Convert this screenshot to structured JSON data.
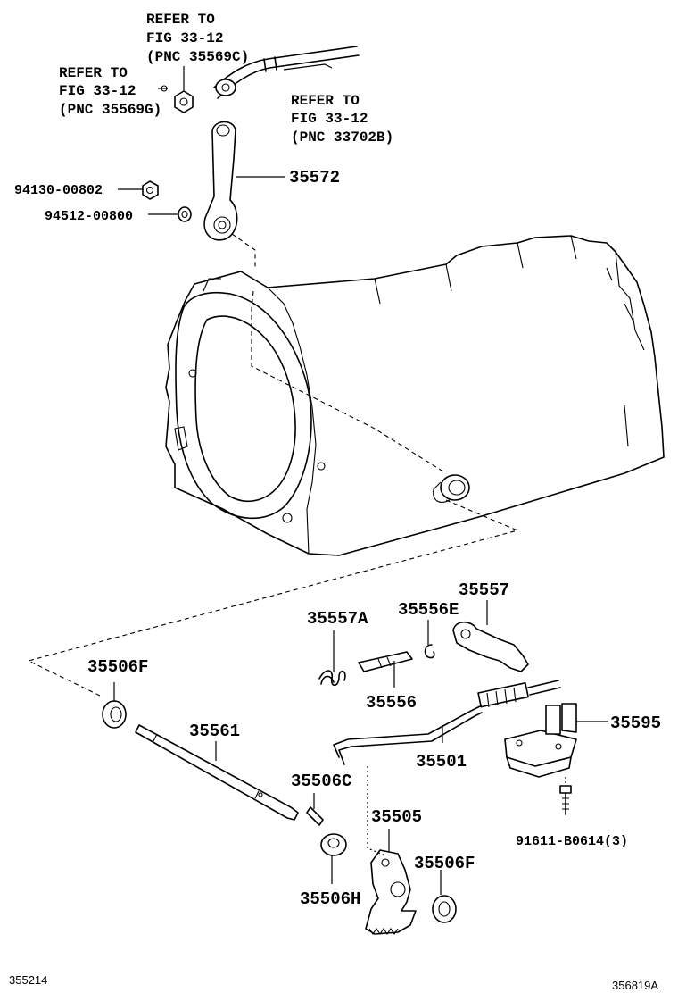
{
  "refs": {
    "ref_a": [
      "REFER TO",
      "FIG 33-12",
      "(PNC 35569C)"
    ],
    "ref_b": [
      "REFER TO",
      "FIG 33-12",
      "(PNC 35569G)"
    ],
    "ref_c": [
      "REFER TO",
      "FIG 33-12",
      "(PNC 33702B)"
    ]
  },
  "parts": {
    "p35572": "35572",
    "p94130": "94130-00802",
    "p94512": "94512-00800",
    "p35557": "35557",
    "p35557A": "35557A",
    "p35556E": "35556E",
    "p35556": "35556",
    "p35506F_a": "35506F",
    "p35561": "35561",
    "p35501": "35501",
    "p35595": "35595",
    "p35506C": "35506C",
    "p35505": "35505",
    "p35506F_b": "35506F",
    "p35506H": "35506H",
    "p91611": "91611-B0614(3)"
  },
  "footer": {
    "left_code": "355214",
    "right_code": "356819A"
  }
}
